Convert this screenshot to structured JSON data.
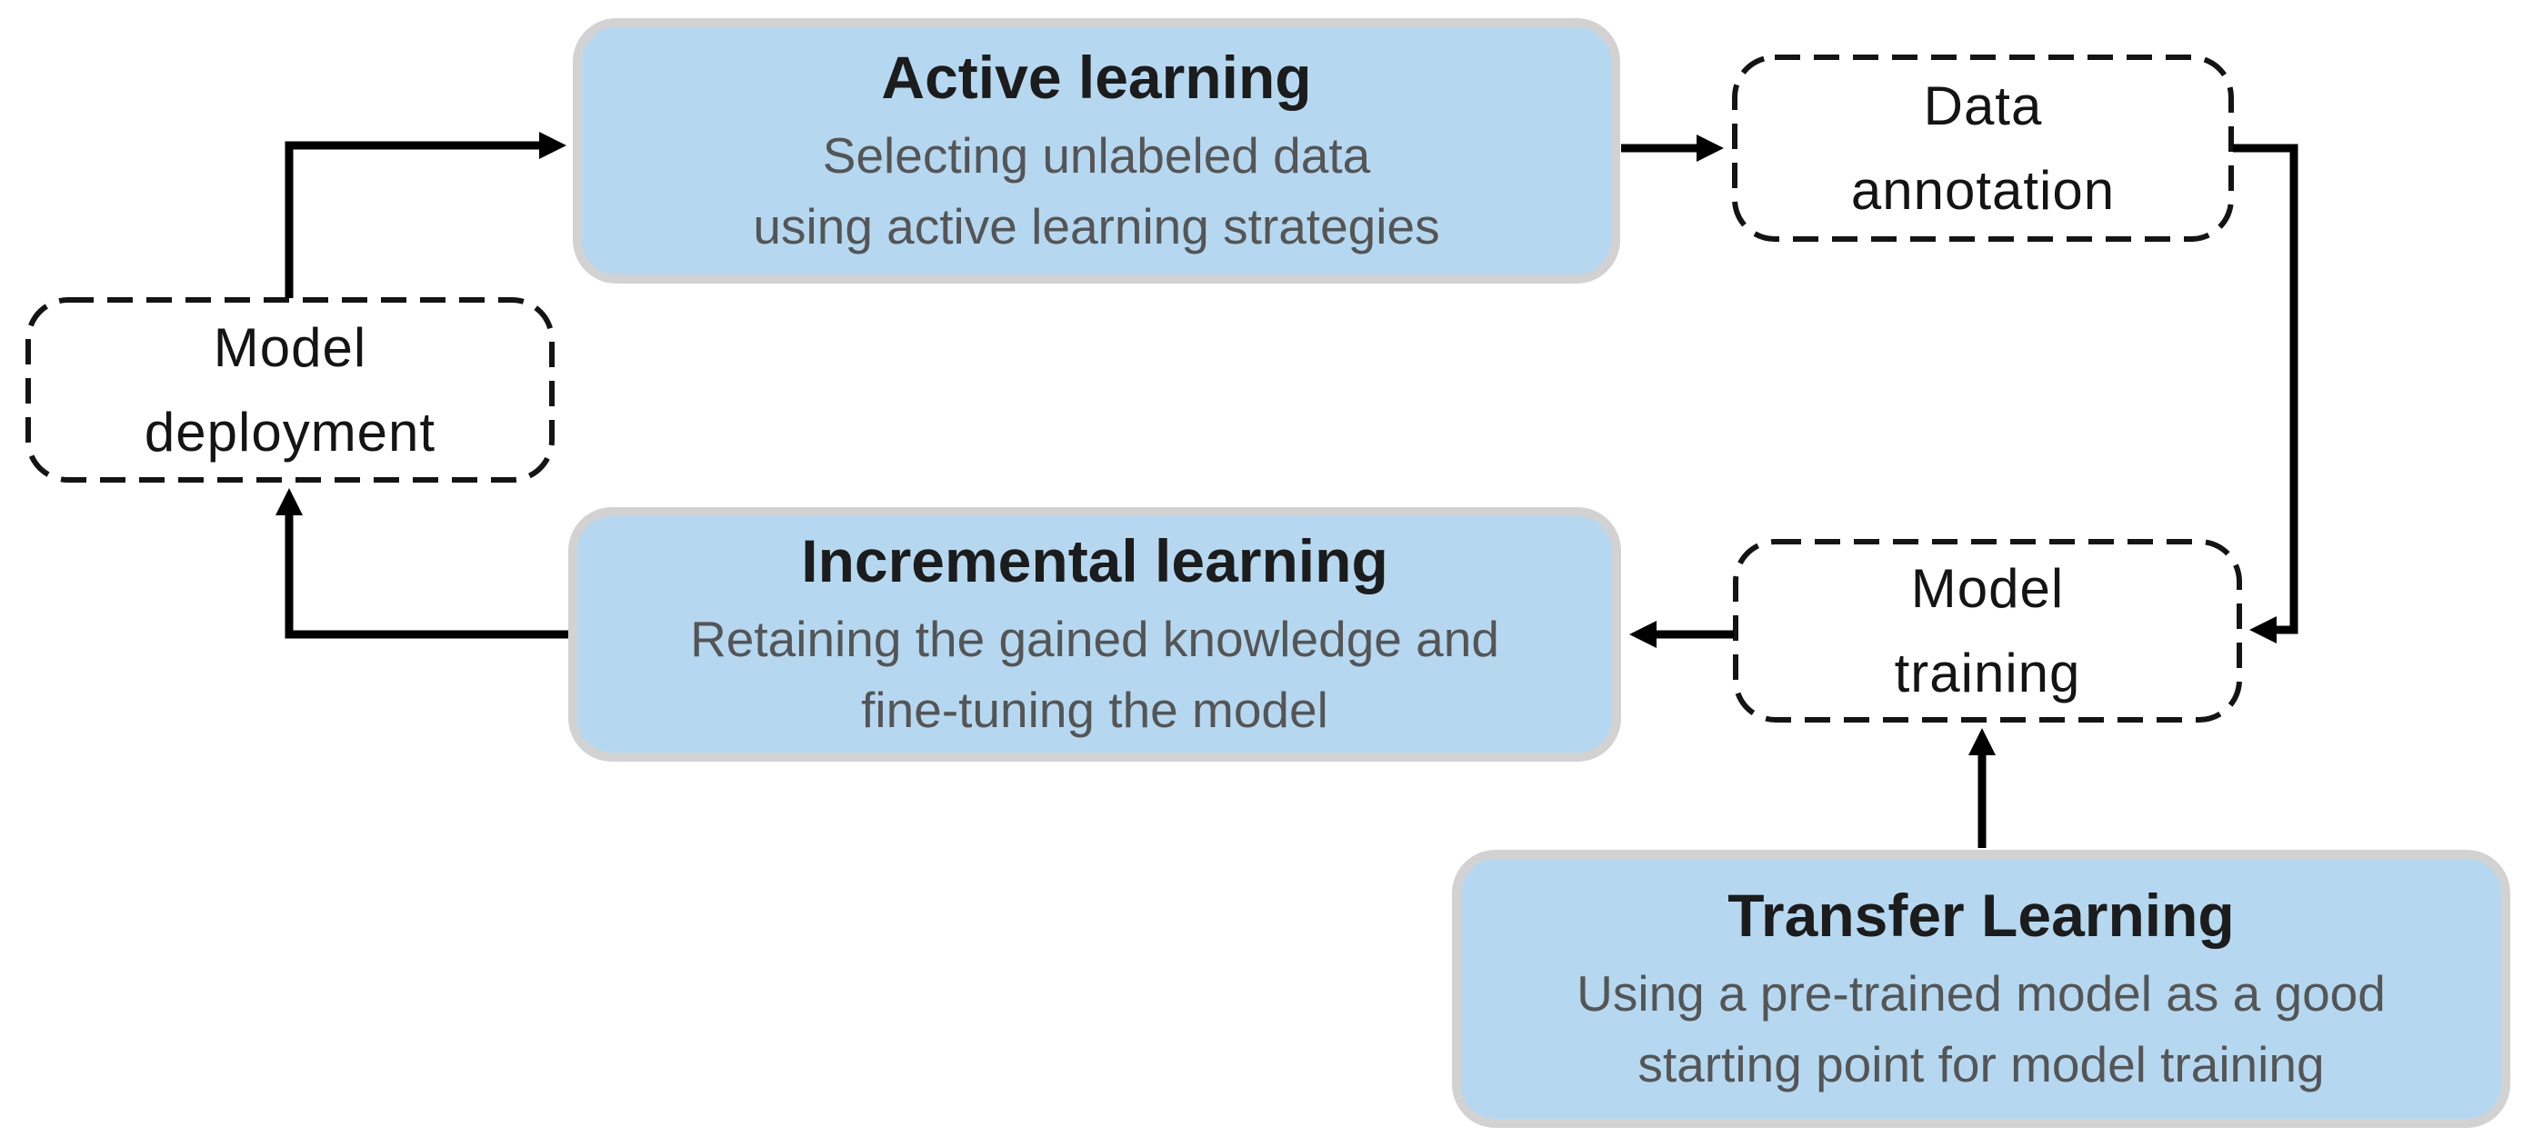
{
  "diagram": {
    "nodes": {
      "active_learning": {
        "title": "Active learning",
        "subtitle": "Selecting unlabeled data\nusing active learning strategies",
        "kind": "solid"
      },
      "data_annotation": {
        "label": "Data\nannotation",
        "kind": "dashed"
      },
      "model_deployment": {
        "label": "Model\ndeployment",
        "kind": "dashed"
      },
      "incremental_learning": {
        "title": "Incremental learning",
        "subtitle": "Retaining the gained knowledge and\nfine-tuning the model",
        "kind": "solid"
      },
      "model_training": {
        "label": "Model\ntraining",
        "kind": "dashed"
      },
      "transfer_learning": {
        "title": "Transfer Learning",
        "subtitle": "Using a pre-trained model as a good\nstarting point for model training",
        "kind": "solid"
      }
    },
    "edges": [
      {
        "from": "model_deployment",
        "to": "active_learning"
      },
      {
        "from": "active_learning",
        "to": "data_annotation"
      },
      {
        "from": "data_annotation",
        "to": "model_training"
      },
      {
        "from": "model_training",
        "to": "incremental_learning"
      },
      {
        "from": "incremental_learning",
        "to": "model_deployment"
      },
      {
        "from": "transfer_learning",
        "to": "model_training"
      }
    ],
    "colors": {
      "highlight_fill": "#b5d8f0",
      "highlight_border": "#d2d2d2",
      "dashed_border": "#141414",
      "arrow": "#000000",
      "title_text": "#1c1c1c",
      "subtitle_text": "#555555",
      "background": "#ffffff"
    }
  }
}
